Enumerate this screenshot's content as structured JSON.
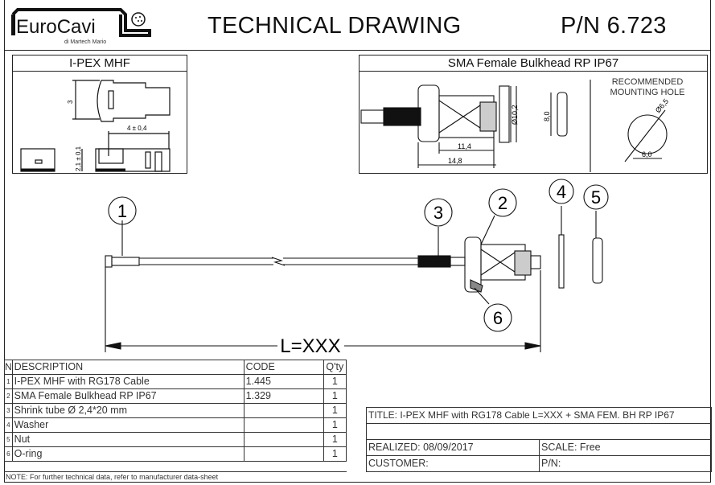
{
  "header": {
    "logo_text": "EuroCavi",
    "logo_subtext": "di Martech Mario",
    "title": "TECHNICAL DRAWING",
    "part_number": "P/N 6.723"
  },
  "detail_ipex": {
    "title": "I-PEX MHF",
    "dims": [
      "3",
      "4 ± 0,4",
      "2,1 ± 0,1"
    ]
  },
  "detail_sma": {
    "title": "SMA Female Bulkhead RP IP67",
    "dims": [
      "Ø10,2",
      "8,0",
      "11,4",
      "14,8"
    ],
    "mounting_label_1": "RECOMMENDED",
    "mounting_label_2": "MOUNTING  HOLE",
    "mounting_dims": [
      "Ø6,5",
      "6,0"
    ]
  },
  "assembly": {
    "balloons": [
      "1",
      "2",
      "3",
      "4",
      "5",
      "6"
    ],
    "length_label": "L=XXX"
  },
  "bom": {
    "headers": {
      "n": "N",
      "description": "DESCRIPTION",
      "code": "CODE",
      "qty": "Q'ty"
    },
    "rows": [
      {
        "n": "1",
        "description": "I-PEX MHF with RG178 Cable",
        "code": "1.445",
        "qty": "1"
      },
      {
        "n": "2",
        "description": "SMA Female Bulkhead RP IP67",
        "code": "1.329",
        "qty": "1"
      },
      {
        "n": "3",
        "description": "Shrink tube Ø 2,4*20 mm",
        "code": "",
        "qty": "1"
      },
      {
        "n": "4",
        "description": "Washer",
        "code": "",
        "qty": "1"
      },
      {
        "n": "5",
        "description": "Nut",
        "code": "",
        "qty": "1"
      },
      {
        "n": "6",
        "description": "O-ring",
        "code": "",
        "qty": "1"
      }
    ],
    "note": "NOTE: For further technical data, refer to manufacturer data-sheet"
  },
  "title_block": {
    "title": "TITLE: I-PEX MHF with RG178 Cable L=XXX + SMA FEM. BH RP IP67",
    "realized": "REALIZED: 08/09/2017",
    "scale": "SCALE: Free",
    "customer": "CUSTOMER:",
    "pn": "P/N:"
  }
}
